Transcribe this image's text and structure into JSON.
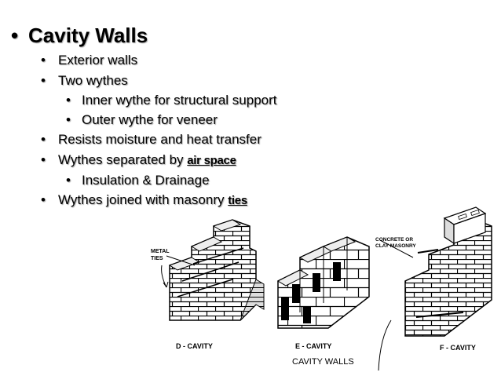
{
  "slide": {
    "title": "Cavity Walls",
    "bullets": {
      "exterior": "Exterior walls",
      "two_wythes": "Two wythes",
      "inner": "Inner wythe for structural support",
      "outer": "Outer wythe for veneer",
      "resists": "Resists moisture and heat transfer",
      "separated_prefix": "Wythes separated by ",
      "separated_kw": "air space",
      "insulation": "Insulation & Drainage",
      "joined_prefix": "Wythes joined with masonry ",
      "joined_kw": "ties"
    },
    "bullet_char": "•"
  },
  "figure": {
    "metal_ties_label": [
      "METAL",
      "TIES"
    ],
    "concrete_label": [
      "CONCRETE OR",
      "CLAY MASONRY"
    ],
    "captions": {
      "d": "D - CAVITY",
      "e": "E - CAVITY",
      "f": "F - CAVITY"
    },
    "main_caption": "CAVITY WALLS"
  }
}
